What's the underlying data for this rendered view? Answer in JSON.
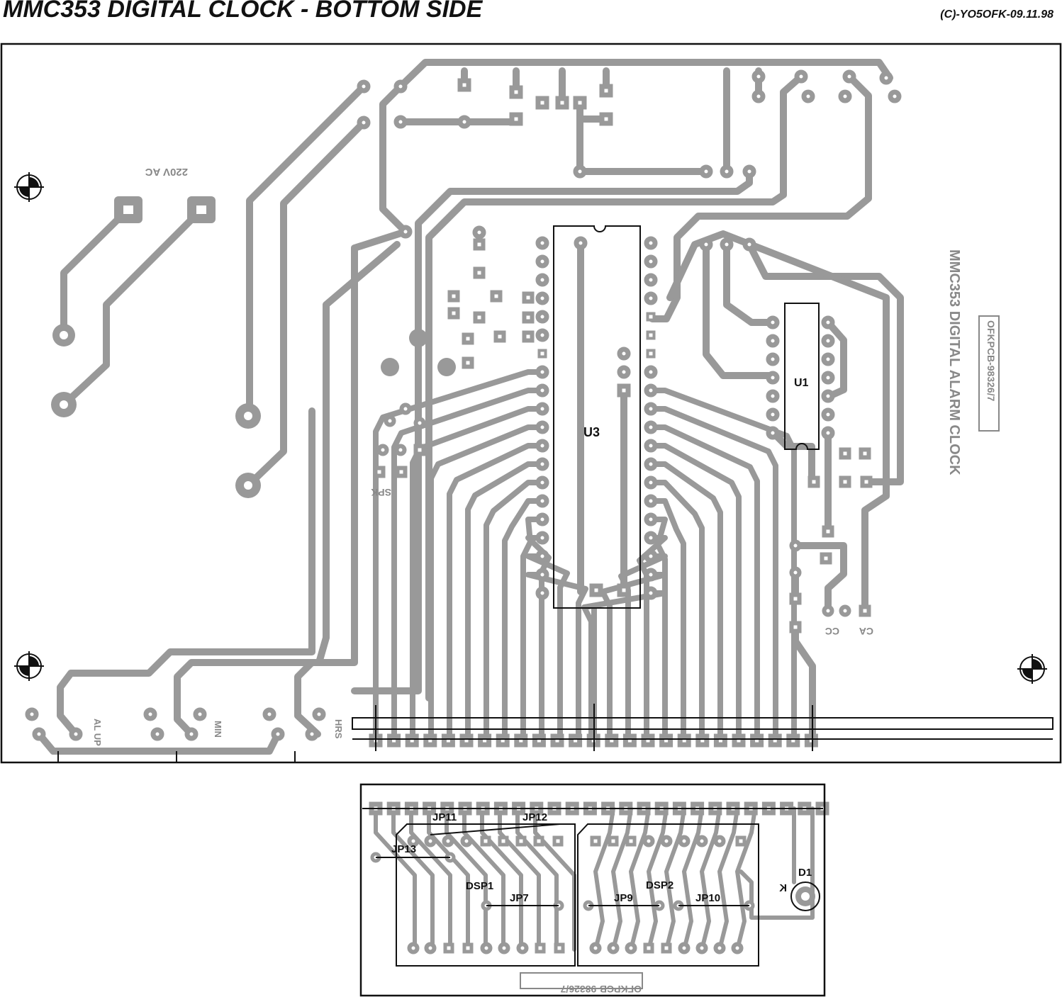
{
  "title": "MMC353 DIGITAL CLOCK - BOTTOM  SIDE",
  "copyright": "(C)-YO5OFK-09.11.98",
  "main_board": {
    "mirrored_labels": {
      "power": "220V AC",
      "board_name": "MMC353 DIGITAL ALARM CLOCK",
      "board_code": "OFKPCB-98326/7",
      "speaker": "SPK",
      "al_up": "AL UP",
      "min": "MIN",
      "hrs": "HRS",
      "ca": "CA",
      "cc": "CC"
    },
    "components": {
      "u3": "U3",
      "u1": "U1"
    }
  },
  "display_board": {
    "labels": {
      "jp11": "JP11",
      "jp12": "JP12",
      "jp13": "JP13",
      "dsp1": "DSP1",
      "dsp2": "DSP2",
      "jp7": "JP7",
      "jp9": "JP9",
      "jp10": "JP10",
      "d1": "D1",
      "k": "K"
    },
    "mirrored_labels": {
      "board_code": "OFKPCB-98326/7"
    }
  },
  "colors": {
    "trace": "#999999",
    "outline": "#111111",
    "text": "#111111"
  }
}
